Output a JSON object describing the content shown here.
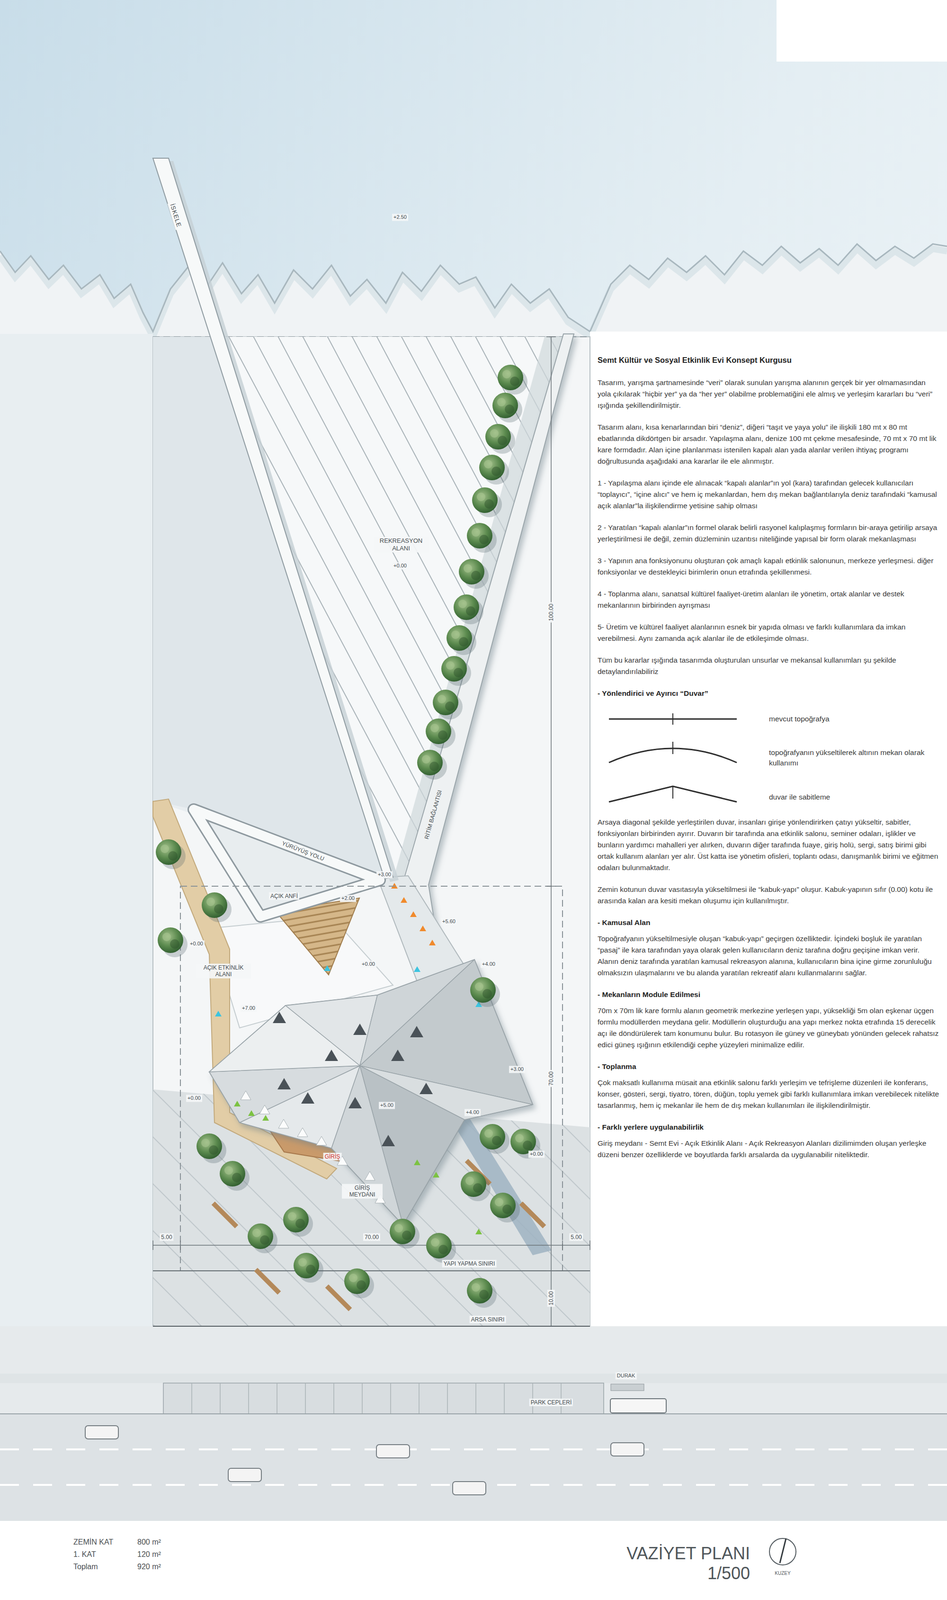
{
  "diagram": {
    "title": "VAZİYET PLANI",
    "labels": [
      "İSKELE",
      "+2.50",
      "REKREASYON ALANI",
      "+0.00",
      "100.00",
      "YÜRÜYÜŞ YOLU",
      "RİTİM BAĞLANTISI",
      "+3.00",
      "AÇIK ANFİ",
      "+2.00",
      "+5.60",
      "AÇIK ETKİNLİK ALANI",
      "+0.00",
      "+0.00",
      "+4.00",
      "+7.00",
      "+3.00",
      "70.00",
      "+0.00",
      "+5.00",
      "+4.00",
      "+0.00",
      "GİRİŞ",
      "GİRİŞ MEYDANI",
      "5.00",
      "70.00",
      "5.00",
      "YAPI YAPMA SINIRI",
      "10.00",
      "ARSA SINIRI",
      "DURAK",
      "PARK CEPLERİ",
      "Semt Kültür ve Sosyal Etkinlik Evi Konsept Kurgusu",
      "Tasarım, yarışma şartnamesinde “veri” olarak sunulan yarışma alanının gerçek bir yer olmamasından yola çıkılarak “hiçbir yer” ya da “her yer” olabilme problematiğini ele almış ve yerleşim kararları bu “veri” ışığında şekillendirilmiştir.",
      "Tasarım alanı, kısa kenarlarından biri “deniz”, diğeri “taşıt ve yaya yolu” ile ilişkili 180 mt x 80 mt ebatlarında dikdörtgen bir arsadır. Yapılaşma alanı, denize 100 mt çekme mesafesinde, 70 mt x 70 mt lik kare formdadır. Alan içine planlanması istenilen kapalı alan yada alanlar verilen ihtiyaç programı doğrultusunda aşağıdaki ana kararlar ile ele alınmıştır.",
      "1 - Yapılaşma alanı içinde ele alınacak “kapalı alanlar”ın yol (kara) tarafından gelecek kullanıcıları “toplayıcı”, “içine alıcı” ve hem iç mekanlardan, hem dış mekan bağlantılarıyla deniz tarafındaki “kamusal açık alanlar”la ilişkilendirme yetisine sahip olması",
      "2 - Yaratılan “kapalı alanlar”ın formel olarak belirli rasyonel kalıplaşmış formların bir-araya getirilip arsaya yerleştirilmesi ile değil, zemin düzleminin uzantısı niteliğinde yapısal bir form olarak mekanlaşması",
      "3 - Yapının ana fonksiyonunu oluşturan çok amaçlı kapalı etkinlik salonunun, merkeze yerleşmesi. diğer fonksiyonlar ve destekleyici birimlerin onun etrafında şekillenmesi.",
      "4 - Toplanma alanı, sanatsal kültürel faaliyet-üretim alanları ile yönetim, ortak alanlar ve destek mekanlarının birbirinden ayrışması",
      "5- Üretim ve kültürel faaliyet alanlarının esnek bir yapıda olması ve farklı kullanımlara da imkan verebilmesi. Aynı zamanda açık alanlar ile de etkileşimde olması.",
      "Tüm bu kararlar ışığında tasarımda oluşturulan unsurlar ve mekansal kullanımları şu şekilde detaylandırılabiliriz",
      "- Yönlendirici ve Ayırıcı “Duvar”",
      "mevcut topoğrafya",
      "topoğrafyanın yükseltilerek altının mekan olarak kullanımı",
      "duvar ile sabitleme",
      "Arsaya diagonal şekilde yerleştirilen duvar, insanları girişe yönlendirirken çatıyı yükseltir, sabitler, fonksiyonları birbirinden ayırır. Duvarın bir tarafında ana etkinlik salonu, seminer odaları, işlikler ve bunların yardımcı mahalleri yer alırken, duvarın diğer tarafında fuaye, giriş holü, sergi, satış birimi gibi ortak kullanım alanları yer alır. Üst katta ise yönetim ofisleri, toplantı odası, danışmanlık birimi ve eğitmen odaları bulunmaktadır.",
      "Zemin kotunun duvar vasıtasıyla yükseltilmesi ile “kabuk-yapı” oluşur. Kabuk-yapının sıfır (0.00) kotu ile arasında kalan ara kesiti mekan oluşumu için kullanılmıştır.",
      "- Kamusal Alan",
      "Topoğrafyanın yükseltilmesiyle oluşan “kabuk-yapı” geçirgen özelliktedir. İçindeki boşluk ile yaratılan “pasaj” ile kara tarafından yaya olarak gelen kullanıcıların deniz tarafına doğru geçişine imkan verir. Alanın deniz tarafında yaratılan kamusal rekreasyon alanına, kullanıcıların bina içine girme zorunluluğu olmaksızın ulaşmalarını ve bu alanda yaratılan rekreatif alanı kullanmalarını sağlar.",
      "- Mekanların Module Edilmesi",
      "70m x 70m lik kare formlu alanın geometrik merkezine yerleşen yapı, yüksekliği 5m olan eşkenar üçgen formlu modüllerden meydana gelir. Modüllerin oluşturduğu ana yapı merkez nokta etrafında 15 derecelik açı ile döndürülerek tam konumunu bulur. Bu rotasyon ile güney ve güneybatı yönünden gelecek rahatsız edici güneş ışığının etkilendiği cephe yüzeyleri minimalize edilir.",
      "- Toplanma",
      "Çok maksatlı kullanıma müsait ana etkinlik salonu farklı yerleşim ve tefrişleme düzenleri ile konferans, konser, gösteri, sergi, tiyatro, tören, düğün, toplu yemek gibi farklı kullanımlara imkan verebilecek nitelikte tasarlanmış, hem iç mekanlar ile hem de dış mekan kullanımları ile ilişkilendirilmiştir.",
      "- Farklı yerlere uygulanabilirlik",
      "Giriş meydanı - Semt Evi - Açık Etkinlik Alanı - Açık Rekreasyon Alanları dizilimimden oluşan yerleşke düzeni benzer özelliklerde ve boyutlarda farklı arsalarda da uygulanabilir niteliktedir.",
      "ZEMİN KAT",
      "800 m²",
      "1. KAT",
      "120 m²",
      "Toplam",
      "920 m²",
      "1/500",
      "KUZEY"
    ]
  }
}
